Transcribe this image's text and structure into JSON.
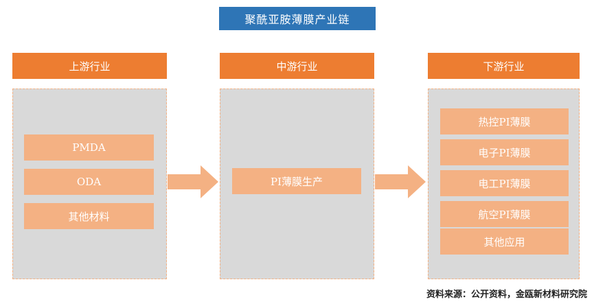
{
  "title": "聚酰亚胺薄膜产业链",
  "columns": [
    {
      "header": "上游行业",
      "items": [
        "PMDA",
        "ODA",
        "其他材料"
      ]
    },
    {
      "header": "中游行业",
      "items": [
        "PI薄膜生产"
      ]
    },
    {
      "header": "下游行业",
      "items": [
        "热控PI薄膜",
        "电子PI薄膜",
        "电工PI薄膜",
        "航空PI薄膜",
        "其他应用"
      ]
    }
  ],
  "source": "资料来源：公开资料，金瓯新材料研究院",
  "colors": {
    "title_bg": "#2e75b6",
    "header_bg": "#ed7d31",
    "item_bg": "#f4b183",
    "panel_bg": "#d9d9d9"
  }
}
